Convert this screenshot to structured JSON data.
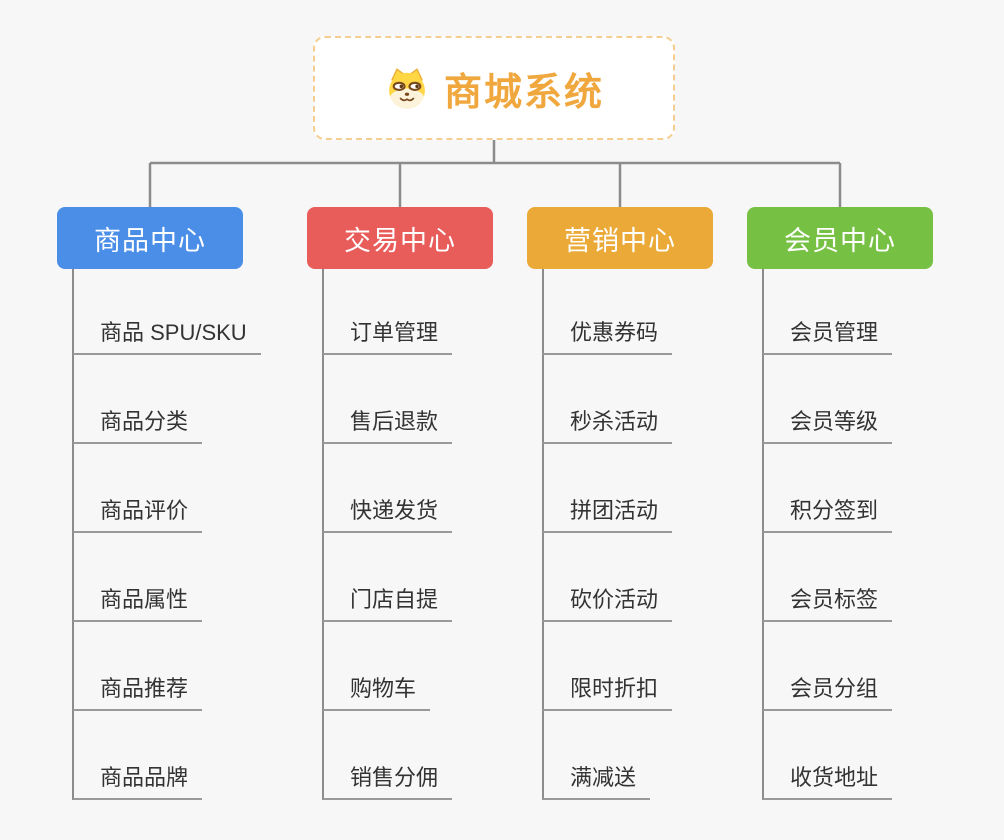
{
  "root": {
    "title": "商城系统",
    "icon": "doge-icon",
    "title_color": "#f0a73e",
    "border_color": "#f5cd8e"
  },
  "branches": [
    {
      "id": "product-center",
      "label": "商品中心",
      "color": "#4a8ee8",
      "children": [
        "商品 SPU/SKU",
        "商品分类",
        "商品评价",
        "商品属性",
        "商品推荐",
        "商品品牌"
      ]
    },
    {
      "id": "trade-center",
      "label": "交易中心",
      "color": "#e85c5a",
      "children": [
        "订单管理",
        "售后退款",
        "快递发货",
        "门店自提",
        "购物车",
        "销售分佣"
      ]
    },
    {
      "id": "marketing-center",
      "label": "营销中心",
      "color": "#ebaa38",
      "children": [
        "优惠券码",
        "秒杀活动",
        "拼团活动",
        "砍价活动",
        "限时折扣",
        "满减送"
      ]
    },
    {
      "id": "member-center",
      "label": "会员中心",
      "color": "#76c043",
      "children": [
        "会员管理",
        "会员等级",
        "积分签到",
        "会员标签",
        "会员分组",
        "收货地址"
      ]
    }
  ],
  "style": {
    "background": "#f7f7f7",
    "connector_color": "#8c8c8c",
    "underline_color": "#999999",
    "item_text_color": "#333333"
  }
}
